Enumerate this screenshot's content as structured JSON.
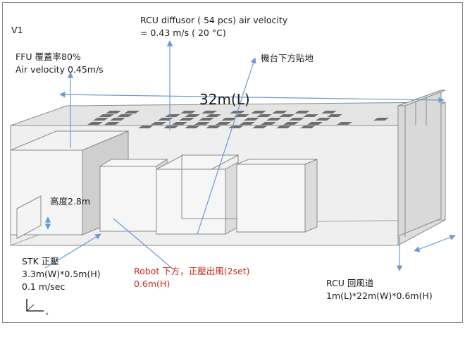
{
  "diagram": {
    "version_label": "V1",
    "rcu_diffusor": {
      "line1": "RCU diffusor ( 54 pcs)  air velocity",
      "line2": "= 0.43 m/s ( 20 °C)"
    },
    "ffu": {
      "line1": "FFU 覆蓋率80%",
      "line2": "Air velocity 0.45m/s"
    },
    "machine_under": "機台下方貼地",
    "length": "32m(L)",
    "height": "高度2.8m",
    "stk": {
      "line1": "STK 正壓",
      "line2": "3.3m(W)*0.5m(H)",
      "line3": "0.1 m/sec"
    },
    "robot": {
      "line1": "Robot  下方，正壓出風(2set)",
      "line2": "0.6m(H)"
    },
    "rcu_return": {
      "line1": "RCU 回風道",
      "line2": "1m(L)*22m(W)*0.6m(H)"
    },
    "colors": {
      "annotation_arrow": "#6b9bd1",
      "highlight_text": "#d0271d",
      "wireframe": "#888888"
    }
  }
}
